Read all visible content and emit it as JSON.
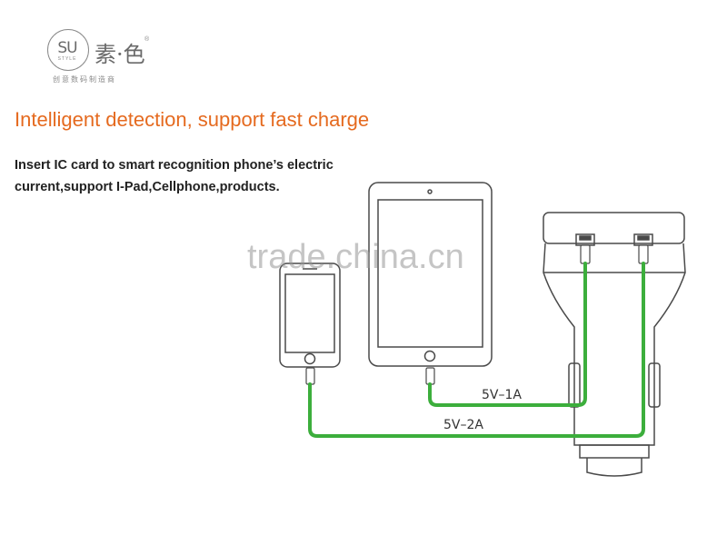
{
  "logo": {
    "mark": "SU",
    "mark_sub": "STYLE",
    "name": "素·色",
    "reg": "®",
    "tagline": "创意数码制造商"
  },
  "headline": "Intelligent detection, support fast charge",
  "description": {
    "line1": "Insert IC card to smart recognition phone’s electric",
    "line2": "current,support I-Pad,Cellphone,products."
  },
  "watermark": "trade.china.cn",
  "diagram": {
    "devices": [
      "phone",
      "tablet",
      "car-charger"
    ],
    "cable_color": "#3cae3c",
    "labels": {
      "tablet_output": "5V–1A",
      "phone_output": "5V–2A"
    }
  },
  "colors": {
    "headline": "#e56a1f",
    "cable": "#3cae3c",
    "outline": "#4a4a4a"
  }
}
